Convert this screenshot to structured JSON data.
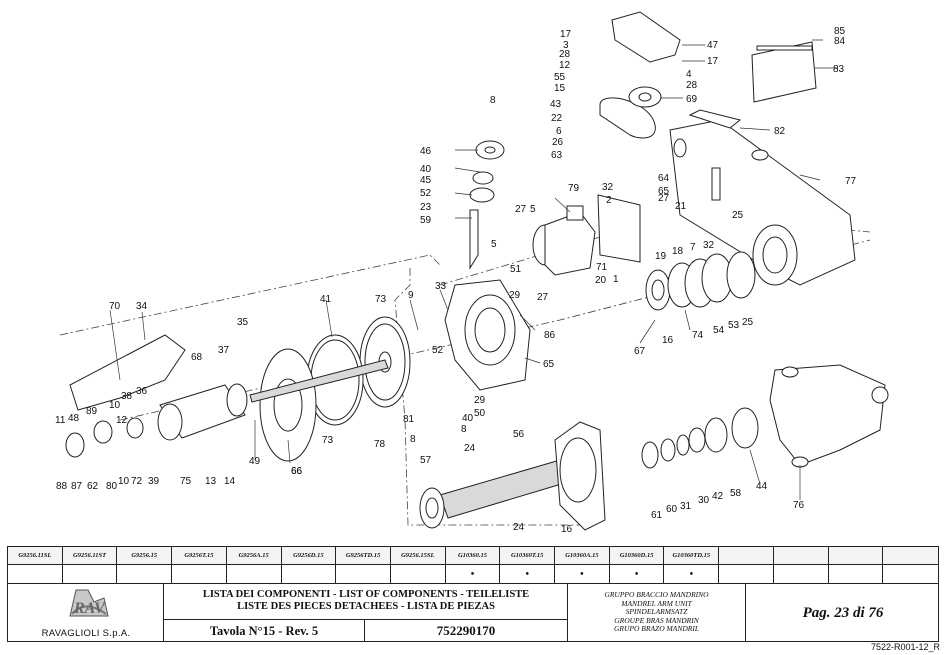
{
  "part_labels": [
    "85",
    "84",
    "83",
    "17",
    "3",
    "28",
    "12",
    "55",
    "15",
    "43",
    "22",
    "6",
    "26",
    "63",
    "47",
    "17",
    "4",
    "28",
    "69",
    "82",
    "77",
    "8",
    "46",
    "40",
    "45",
    "52",
    "23",
    "59",
    "32",
    "2",
    "64",
    "65",
    "27",
    "21",
    "79",
    "27",
    "5",
    "5",
    "18",
    "7",
    "51",
    "19",
    "20",
    "71",
    "1",
    "29",
    "27",
    "32",
    "25",
    "86",
    "66",
    "74",
    "54",
    "53",
    "25",
    "16",
    "67",
    "70",
    "34",
    "35",
    "37",
    "68",
    "73",
    "9",
    "33",
    "41",
    "52",
    "81",
    "8",
    "8",
    "40",
    "50",
    "29",
    "65",
    "78",
    "73",
    "11",
    "48",
    "89",
    "10",
    "36",
    "38",
    "12",
    "72",
    "10",
    "39",
    "80",
    "62",
    "87",
    "88",
    "75",
    "13",
    "14",
    "49",
    "66",
    "24",
    "56",
    "57",
    "24",
    "16",
    "61",
    "60",
    "31",
    "30",
    "42",
    "58",
    "44",
    "76"
  ],
  "models": {
    "headers": [
      "G9256.11SL",
      "G9256.11ST",
      "G9256.15",
      "G9256T.15",
      "G9256A.15",
      "G9256D.15",
      "G9256TD.15",
      "G9256.15SL",
      "G10360.15",
      "G10360T.15",
      "G10360A.15",
      "G10360D.15",
      "G10360TD.15",
      "",
      "",
      "",
      ""
    ],
    "marks": [
      "",
      "",
      "",
      "",
      "",
      "",
      "",
      "",
      "•",
      "•",
      "•",
      "•",
      "•",
      "",
      "",
      "",
      ""
    ]
  },
  "title_block": {
    "company": "RAVAGLIOLI S.p.A.",
    "logo_text": "RAV",
    "list_lines": [
      "LISTA DEI COMPONENTI - LIST OF COMPONENTS - TEILELISTE",
      "LISTE DES PIECES DETACHEES - LISTA DE PIEZAS"
    ],
    "table_rev": "Tavola N°15 - Rev. 5",
    "code": "752290170",
    "group_lines": [
      "GRUPPO BRACCIO MANDRINO",
      "MANDREL ARM UNIT",
      "SPINDELARMSATZ",
      "GROUPE BRAS MANDRIN",
      "GRUPO BRAZO MANDRIL"
    ],
    "page": "Pag. 23 di 76"
  },
  "doc_ref": "7522-R001-12_R"
}
